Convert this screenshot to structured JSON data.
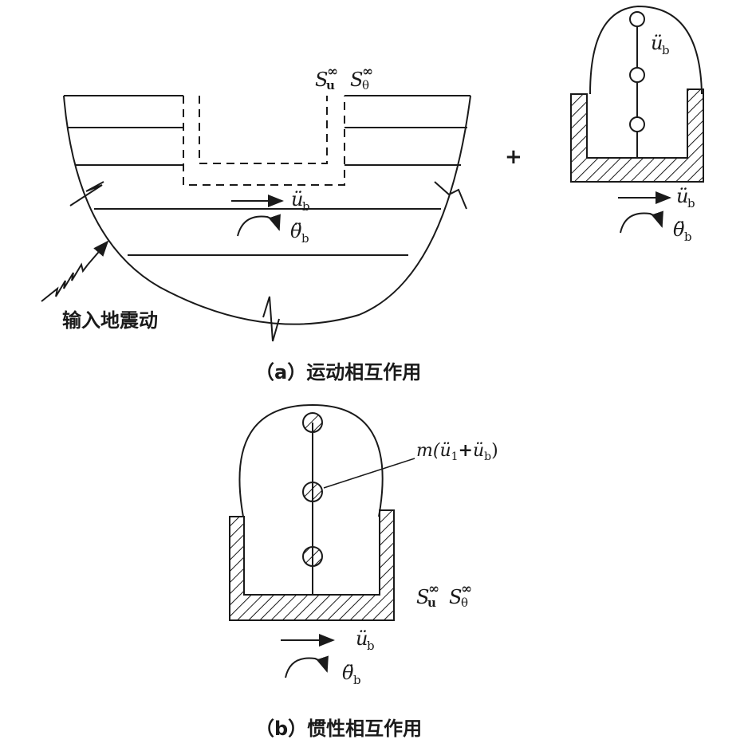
{
  "labels": {
    "su_top": "S",
    "su_top_sup": "∞",
    "su_top_sub": "u",
    "st_top": "S",
    "st_top_sup": "∞",
    "st_top_sub": "θ",
    "ub_a": "ü",
    "ub_a_sub": "b",
    "thb_a": "θ̈",
    "thb_a_sub": "b",
    "input_motion": "输入地震动",
    "plus": "+",
    "ub_right_top": "ü",
    "ub_right_top_sub": "b",
    "ub_right": "ü",
    "ub_right_sub": "b",
    "thb_right": "θ̈",
    "thb_right_sub": "b",
    "caption_a": "（a）运动相互作用",
    "mass_label_m": "m(",
    "mass_label_u1": "ü",
    "mass_label_1": "1",
    "mass_label_plus": "+",
    "mass_label_ub": "ü",
    "mass_label_b": "b",
    "mass_label_close": ")",
    "su_b": "S",
    "su_b_sup": "∞",
    "su_b_sub": "u",
    "st_b": "S",
    "st_b_sup": "∞",
    "st_b_sub": "θ",
    "ub_b": "ü",
    "ub_b_sub": "b",
    "thb_b": "θ̈",
    "thb_b_sub": "b",
    "caption_b": "（b）惯性相互作用"
  },
  "colors": {
    "ink": "#1a1a1a",
    "background": "#ffffff"
  }
}
